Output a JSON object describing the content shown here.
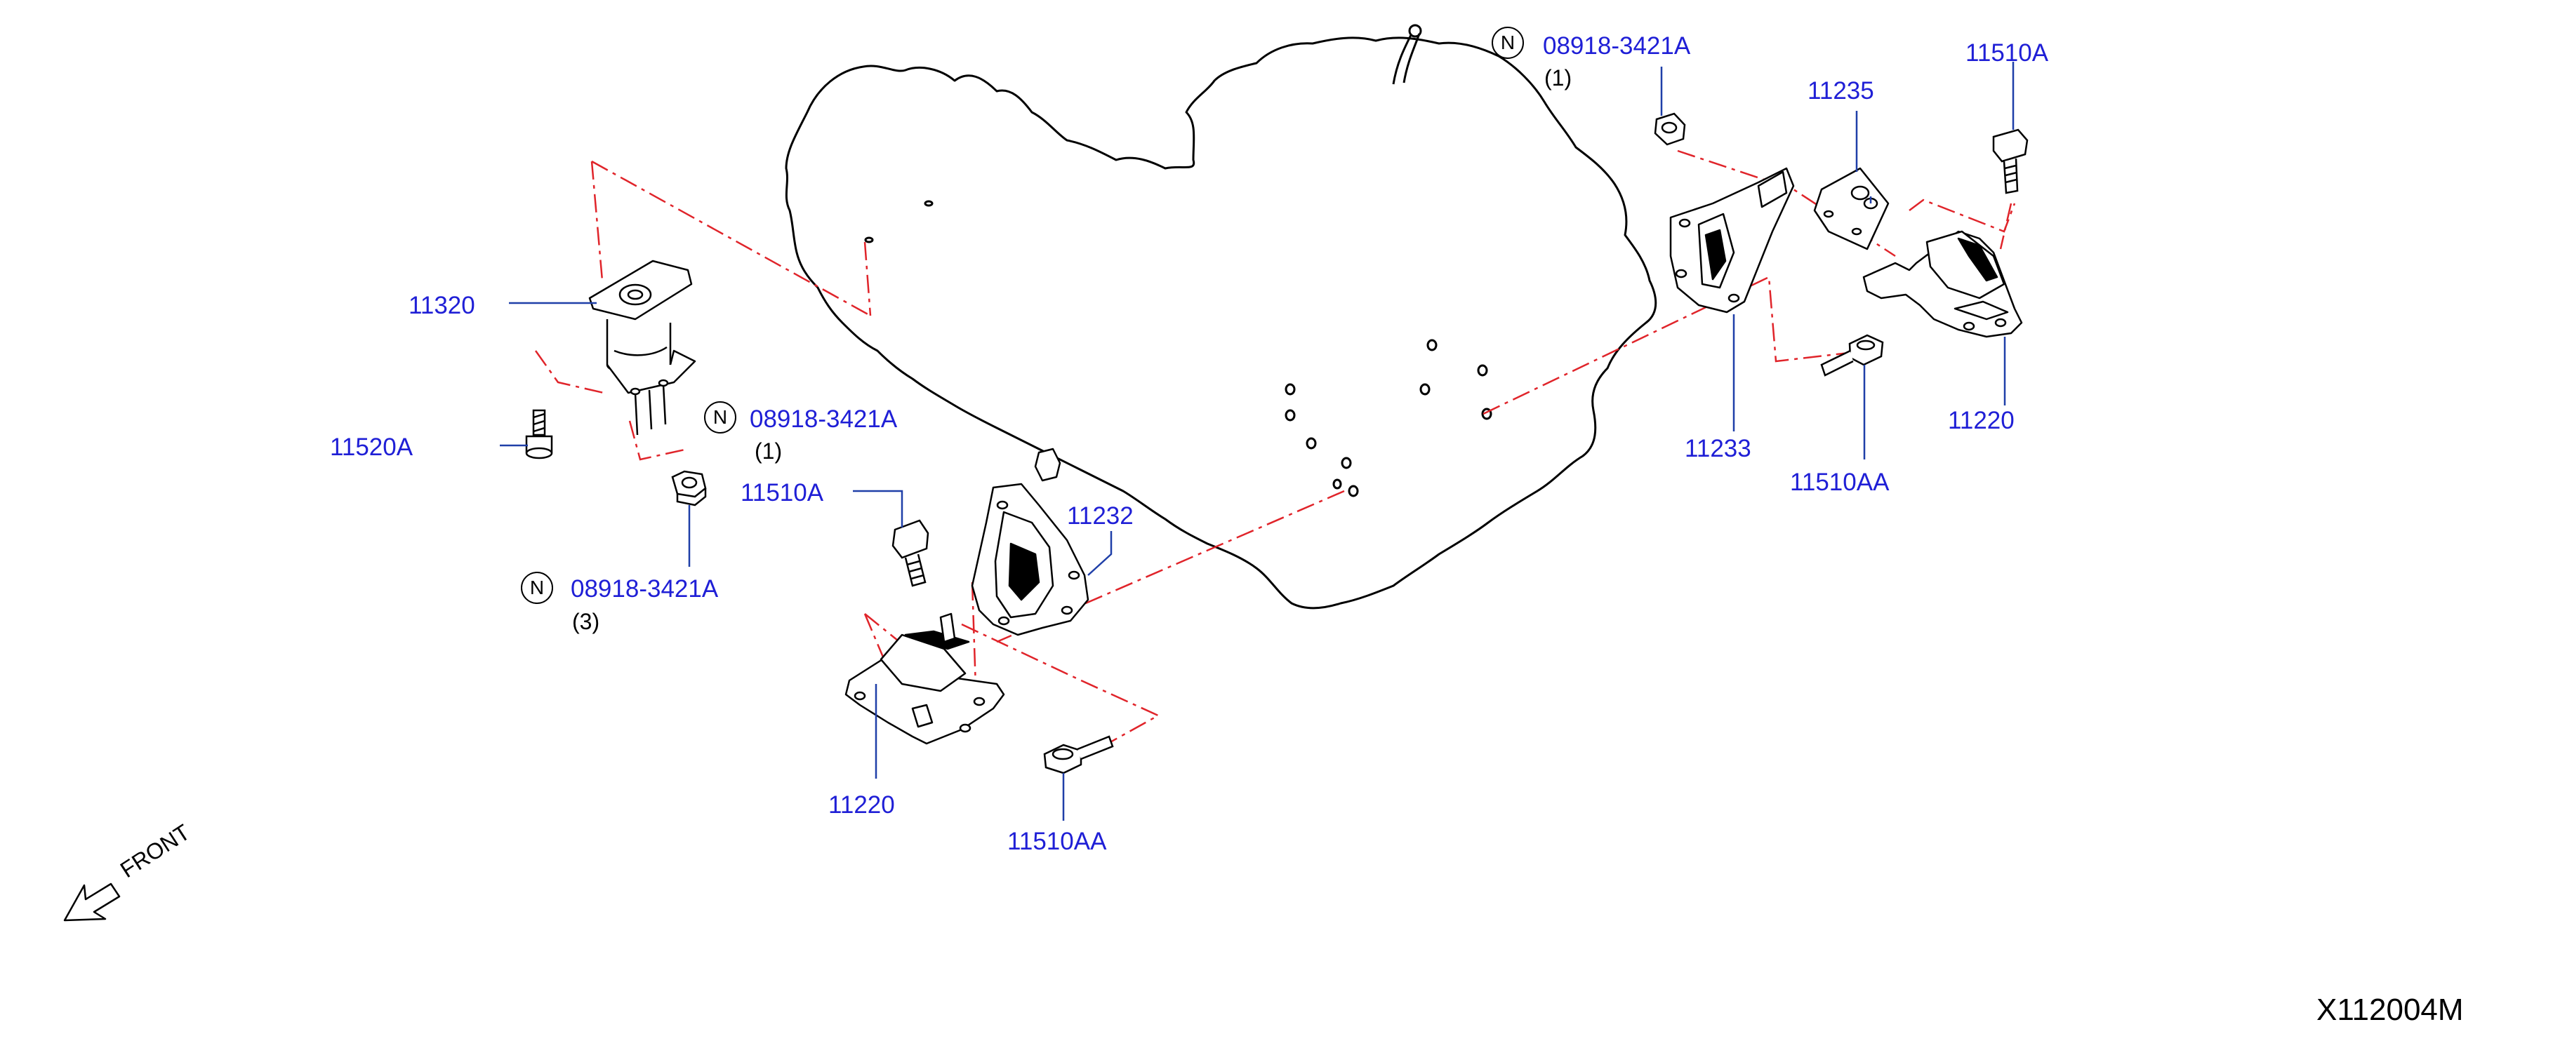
{
  "diagram": {
    "code": "X112004M",
    "front_label": "FRONT",
    "n_mark": "N",
    "callouts": [
      {
        "id": "11320",
        "part": "11320"
      },
      {
        "id": "11520A",
        "part": "11520A"
      },
      {
        "id": "n-left-top",
        "part": "08918-3421A",
        "qty": "(1)"
      },
      {
        "id": "n-left-bottom",
        "part": "08918-3421A",
        "qty": "(3)"
      },
      {
        "id": "11510A-left",
        "part": "11510A"
      },
      {
        "id": "11232",
        "part": "11232"
      },
      {
        "id": "11220-left",
        "part": "11220"
      },
      {
        "id": "11510AA-left",
        "part": "11510AA"
      },
      {
        "id": "n-top",
        "part": "08918-3421A",
        "qty": "(1)"
      },
      {
        "id": "11235",
        "part": "11235"
      },
      {
        "id": "11510A-right",
        "part": "11510A"
      },
      {
        "id": "11233",
        "part": "11233"
      },
      {
        "id": "11510AA-right",
        "part": "11510AA"
      },
      {
        "id": "11220-right",
        "part": "11220"
      }
    ],
    "colors": {
      "callout_text": "#1f1fd6",
      "leader": "#1f3fa8",
      "phantom": "#e0242a",
      "outline": "#000000"
    }
  }
}
